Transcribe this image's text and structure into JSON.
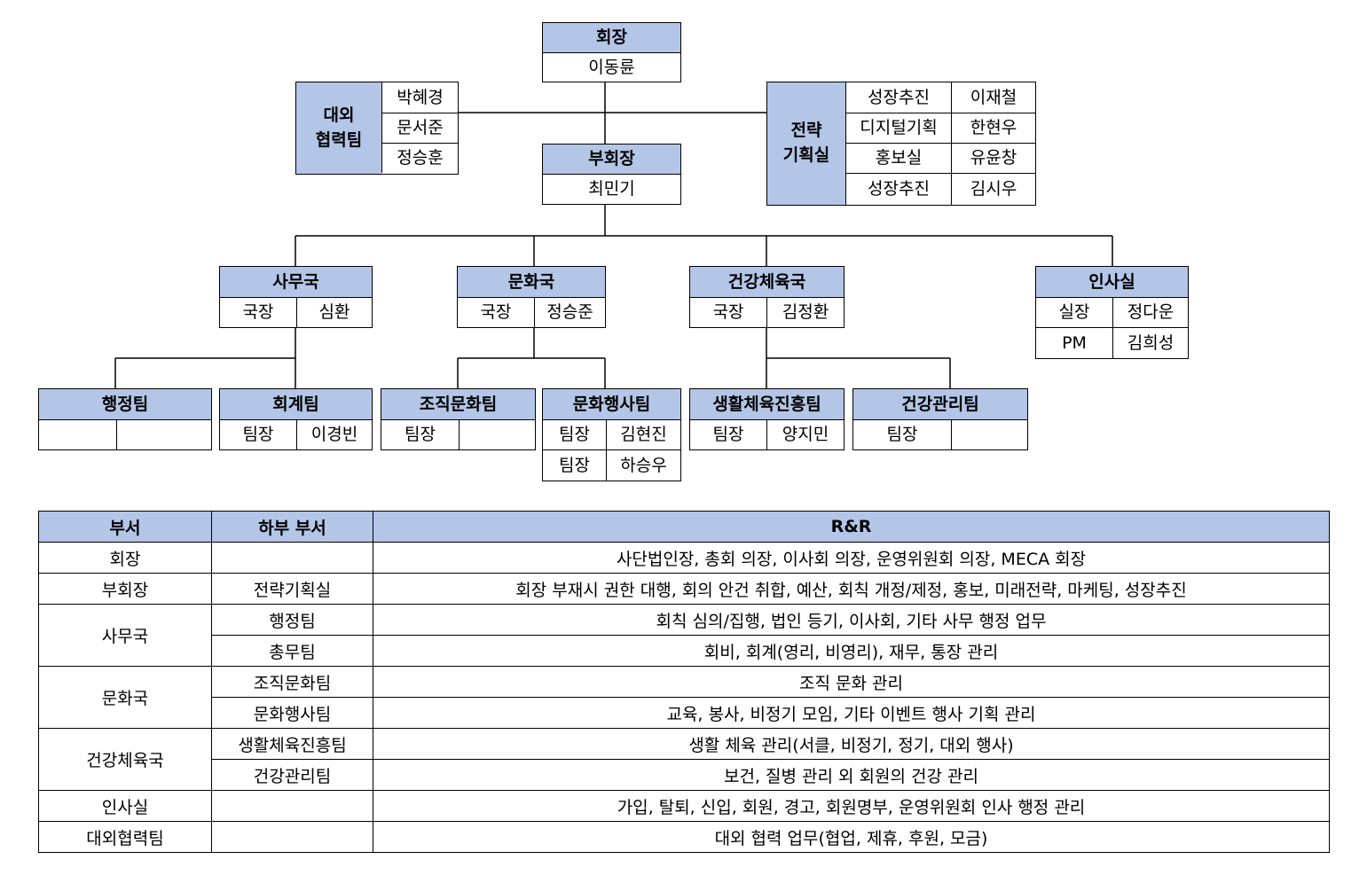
{
  "org": {
    "president": {
      "title": "회장",
      "name": "이동륜"
    },
    "vice_president": {
      "title": "부회장",
      "name": "최민기"
    },
    "external": {
      "title_l1": "대외",
      "title_l2": "협력팀",
      "members": [
        "박혜경",
        "문서준",
        "정승훈"
      ]
    },
    "strategy": {
      "title_l1": "전략",
      "title_l2": "기획실",
      "rows": [
        {
          "dept": "성장추진",
          "name": "이재철"
        },
        {
          "dept": "디지털기획",
          "name": "한현우"
        },
        {
          "dept": "홍보실",
          "name": "유윤창"
        },
        {
          "dept": "성장추진",
          "name": "김시우"
        }
      ]
    },
    "office": {
      "title": "사무국",
      "rows": [
        {
          "role": "국장",
          "name": "심환"
        }
      ]
    },
    "culture": {
      "title": "문화국",
      "rows": [
        {
          "role": "국장",
          "name": "정승준"
        }
      ]
    },
    "health": {
      "title": "건강체육국",
      "rows": [
        {
          "role": "국장",
          "name": "김정환"
        }
      ]
    },
    "hr": {
      "title": "인사실",
      "rows": [
        {
          "role": "실장",
          "name": "정다운"
        },
        {
          "role": "PM",
          "name": "김희성"
        }
      ]
    },
    "admin_team": {
      "title": "행정팀",
      "rows": [
        {
          "role": "",
          "name": ""
        }
      ]
    },
    "accounting": {
      "title": "회계팀",
      "rows": [
        {
          "role": "팀장",
          "name": "이경빈"
        }
      ]
    },
    "org_culture": {
      "title": "조직문화팀",
      "rows": [
        {
          "role": "팀장",
          "name": ""
        }
      ]
    },
    "culture_event": {
      "title": "문화행사팀",
      "rows": [
        {
          "role": "팀장",
          "name": "김현진"
        },
        {
          "role": "팀장",
          "name": "하승우"
        }
      ]
    },
    "life_sports": {
      "title": "생활체육진흥팀",
      "rows": [
        {
          "role": "팀장",
          "name": "양지민"
        }
      ]
    },
    "health_mgmt": {
      "title": "건강관리팀",
      "rows": [
        {
          "role": "팀장",
          "name": ""
        }
      ]
    }
  },
  "table": {
    "headers": {
      "dept": "부서",
      "sub": "하부 부서",
      "rr": "R&R"
    },
    "rows": [
      {
        "dept": "회장",
        "sub": "",
        "rr": "사단법인장, 총회 의장, 이사회 의장, 운영위원회 의장, MECA 회장"
      },
      {
        "dept": "부회장",
        "sub": "전략기획실",
        "rr": "회장 부재시 권한 대행, 회의 안건 취합, 예산, 회칙 개정/제정, 홍보, 미래전략, 마케팅, 성장추진"
      },
      {
        "dept": "사무국",
        "sub": "행정팀",
        "rr": "회칙 심의/집행, 법인 등기, 이사회, 기타 사무 행정 업무"
      },
      {
        "sub": "총무팀",
        "rr": "회비, 회계(영리, 비영리), 재무, 통장 관리"
      },
      {
        "dept": "문화국",
        "sub": "조직문화팀",
        "rr": "조직 문화 관리"
      },
      {
        "sub": "문화행사팀",
        "rr": "교육, 봉사, 비정기 모임, 기타 이벤트 행사 기획 관리"
      },
      {
        "dept": "건강체육국",
        "sub": "생활체육진흥팀",
        "rr": "생활 체육 관리(서클, 비정기, 정기, 대외 행사)"
      },
      {
        "sub": "건강관리팀",
        "rr": "보건, 질병 관리 외 회원의 건강 관리"
      },
      {
        "dept": "인사실",
        "sub": "",
        "rr": "가입, 탈퇴, 신입, 회원, 경고, 회원명부, 운영위원회 인사 행정 관리"
      },
      {
        "dept": "대외협력팀",
        "sub": "",
        "rr": "대외 협력 업무(협업, 제휴, 후원, 모금)"
      }
    ]
  }
}
